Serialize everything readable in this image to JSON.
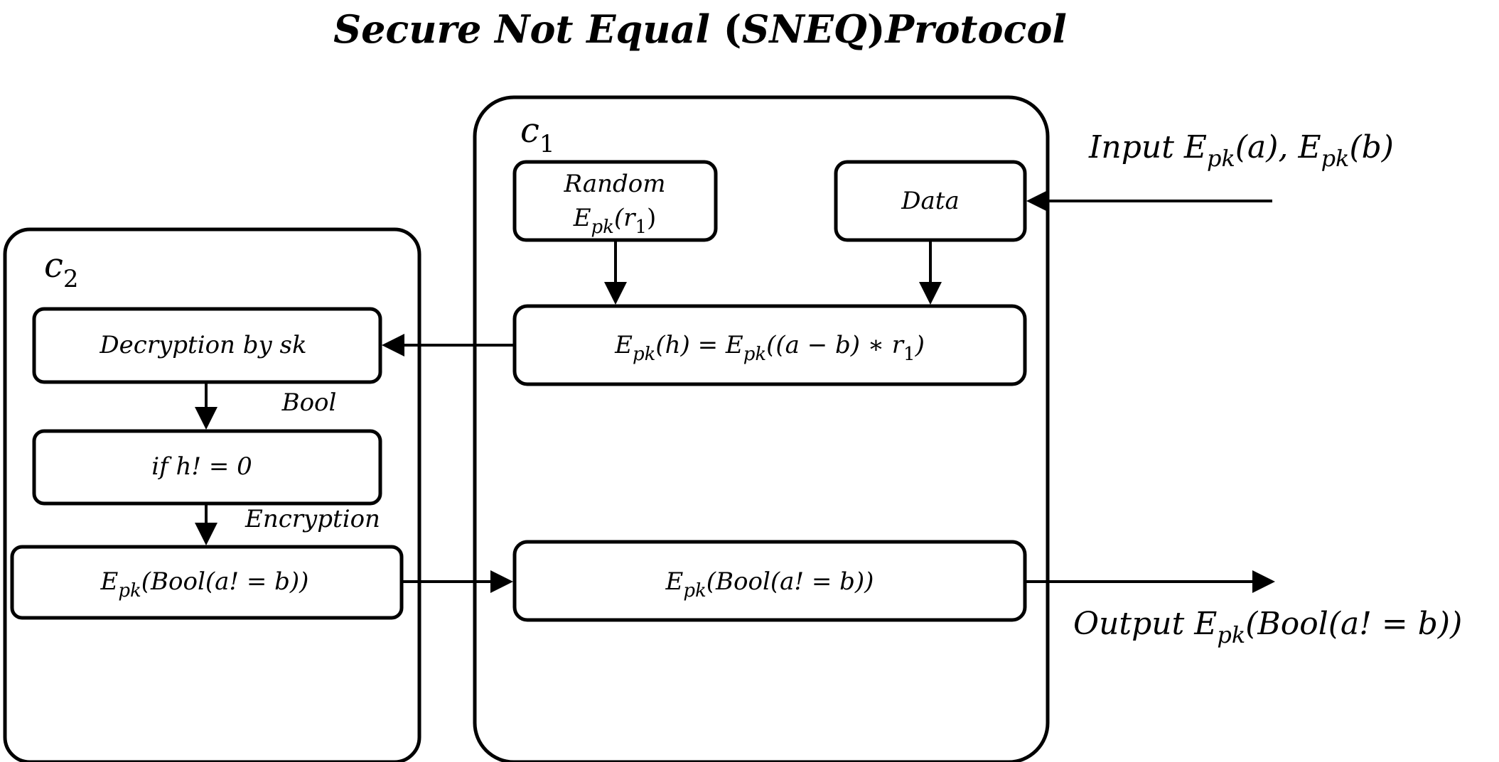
{
  "title": {
    "main_left": "Secure Not Equal ",
    "paren_open": "(",
    "acronym": "SNEQ",
    "paren_close": ")",
    "main_right": "Protocol"
  },
  "c1": {
    "letter": "c",
    "sub": "1"
  },
  "c2": {
    "letter": "c",
    "sub": "2"
  },
  "random_box": {
    "line1": "Random",
    "e": "E",
    "pk": "pk",
    "arg_open": "(r",
    "arg_sub": "1",
    "arg_close": ")"
  },
  "data_box": {
    "label": "Data"
  },
  "hash_box": {
    "e1": "E",
    "pk1": "pk",
    "mid": "(h) = ",
    "e2": "E",
    "pk2": "pk",
    "rest": "((a − b) ∗ r",
    "r_sub": "1",
    "close": ")"
  },
  "decrypt_box": {
    "label": "Decryption by sk"
  },
  "bool_label": "Bool",
  "if_box": {
    "label": "if h! = 0"
  },
  "encryption_label": "Encryption",
  "c2_result_box": {
    "e": "E",
    "pk": "pk",
    "expr": "(Bool(a! = b))"
  },
  "c1_result_box": {
    "e": "E",
    "pk": "pk",
    "expr": "(Bool(a! = b))"
  },
  "input_label": {
    "prefix": "Input ",
    "e1": "E",
    "pk1": "pk",
    "arg1": "(a), ",
    "e2": "E",
    "pk2": "pk",
    "arg2": "(b)"
  },
  "output_label": {
    "prefix": "Output ",
    "e": "E",
    "pk": "pk",
    "expr": "(Bool(a! = b))"
  }
}
